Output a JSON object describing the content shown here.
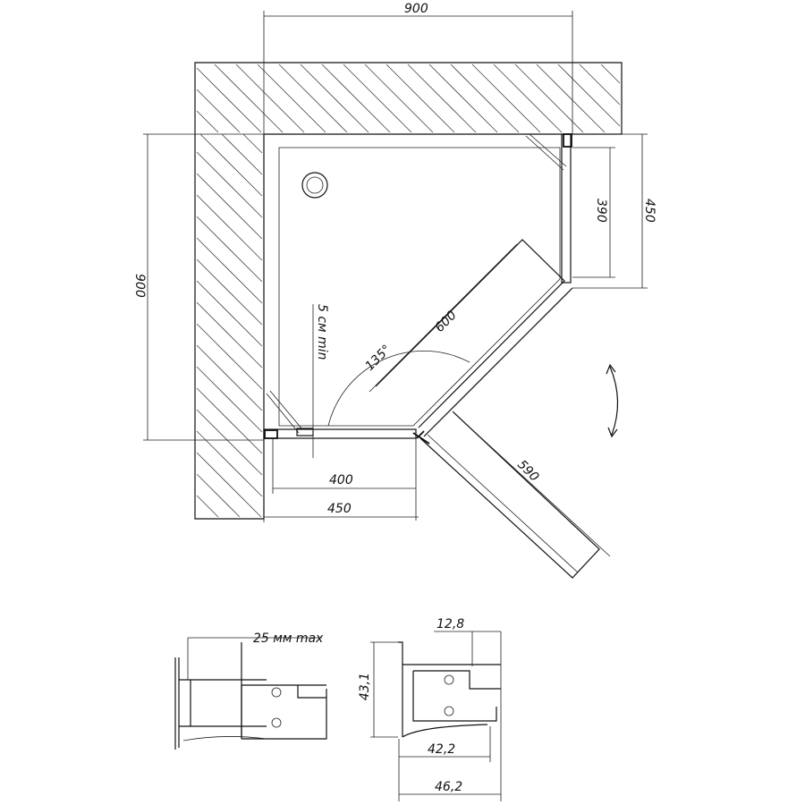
{
  "plan": {
    "dim_top_width": "900",
    "dim_left_depth": "900",
    "dim_right_panel_inner": "390",
    "dim_right_panel_outer": "450",
    "dim_bottom_panel_inner": "400",
    "dim_bottom_panel_outer": "450",
    "dim_diagonal": "600",
    "dim_door": "590",
    "angle_label": "135°",
    "clearance_label": "5 см min"
  },
  "profiles": {
    "adjust_label": "25 мм max",
    "dim_height": "43,1",
    "dim_top_offset": "12,8",
    "dim_inner_width": "42,2",
    "dim_outer_width": "46,2"
  }
}
